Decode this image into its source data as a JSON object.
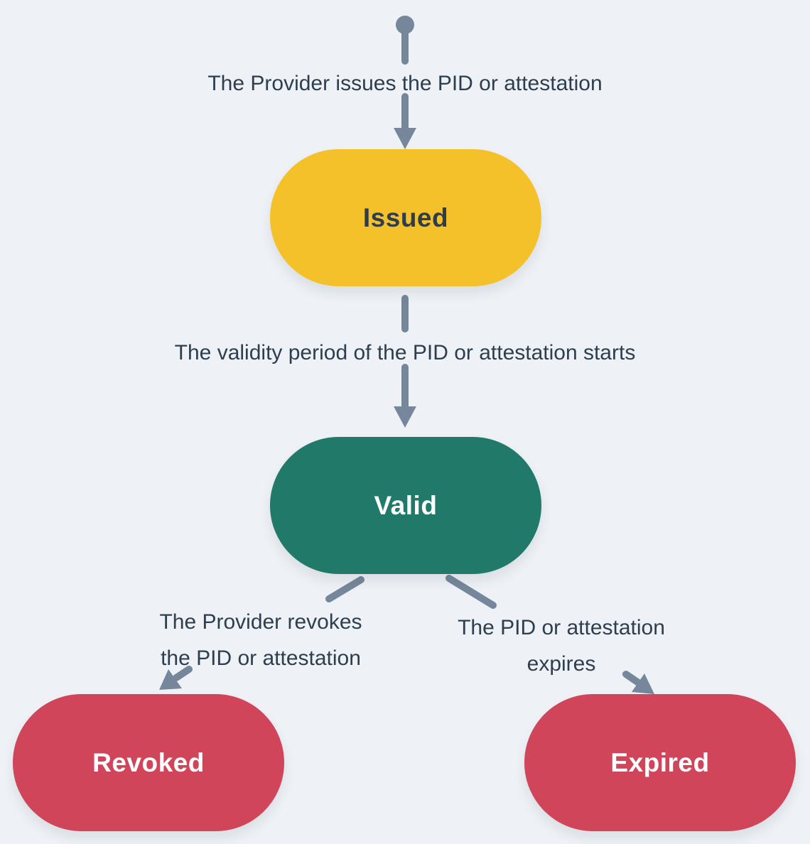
{
  "diagram": {
    "title": "PID or attestation lifecycle state diagram",
    "background": "#eef2f6",
    "arrow_color": "#76879b",
    "caption_color": "#2e3e4e",
    "edges": {
      "issue": {
        "label": "The Provider issues the PID or attestation"
      },
      "validity": {
        "label": "The validity period of the PID or attestation starts"
      },
      "revoke": {
        "line1": "The Provider revokes",
        "line2": "the PID or attestation"
      },
      "expire": {
        "line1": "The PID or attestation",
        "line2": "expires"
      }
    },
    "states": {
      "issued": {
        "label": "Issued",
        "color": "#f5c12b",
        "text_color": "#2e3d4e"
      },
      "valid": {
        "label": "Valid",
        "color": "#21796a",
        "text_color": "#ffffff"
      },
      "revoked": {
        "label": "Revoked",
        "color": "#d0455a",
        "text_color": "#ffffff"
      },
      "expired": {
        "label": "Expired",
        "color": "#d0455a",
        "text_color": "#ffffff"
      }
    }
  }
}
